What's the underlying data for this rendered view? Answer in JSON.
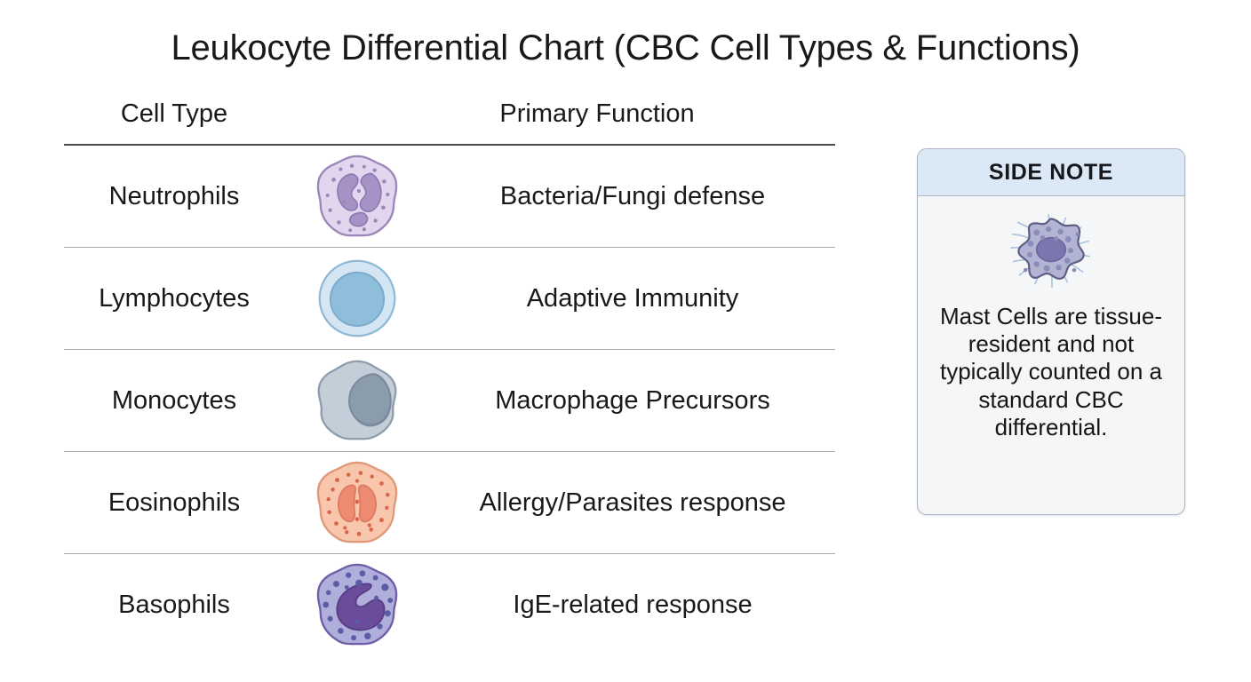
{
  "title": "Leukocyte Differential Chart (CBC Cell Types & Functions)",
  "table": {
    "headers": {
      "cell_type": "Cell Type",
      "primary_function": "Primary Function"
    },
    "rows": [
      {
        "cell_type": "Neutrophils",
        "primary_function": "Bacteria/Fungi defense",
        "icon": "neutrophil-cell-icon",
        "colors": {
          "body": "#e2d6ef",
          "body_stroke": "#9b87b8",
          "nucleus": "#a692c4",
          "granule": "#9b87b8"
        }
      },
      {
        "cell_type": "Lymphocytes",
        "primary_function": "Adaptive Immunity",
        "icon": "lymphocyte-cell-icon",
        "colors": {
          "body": "#d4e6f4",
          "body_stroke": "#8fb9d6",
          "nucleus": "#8fbedd",
          "granule": "#7aa9cc"
        }
      },
      {
        "cell_type": "Monocytes",
        "primary_function": "Macrophage Precursors",
        "icon": "monocyte-cell-icon",
        "colors": {
          "body": "#c3ced9",
          "body_stroke": "#8e9cac",
          "nucleus": "#8b9cad",
          "granule": "#8e9cac"
        }
      },
      {
        "cell_type": "Eosinophils",
        "primary_function": "Allergy/Parasites response",
        "icon": "eosinophil-cell-icon",
        "colors": {
          "body": "#f7c6ac",
          "body_stroke": "#e09878",
          "nucleus": "#ec8b72",
          "granule": "#d9654a"
        }
      },
      {
        "cell_type": "Basophils",
        "primary_function": "IgE-related response",
        "icon": "basophil-cell-icon",
        "colors": {
          "body": "#b0aedb",
          "body_stroke": "#6f5fa8",
          "nucleus": "#6a4c9c",
          "granule": "#5a5ca6"
        }
      }
    ]
  },
  "side_note": {
    "header": "SIDE NOTE",
    "icon": "mast-cell-icon",
    "text": "Mast Cells are tissue-resident and not typically counted on a standard CBC differential.",
    "colors": {
      "header_bg": "#dbe8f5",
      "panel_bg": "#f5f6f7",
      "border": "#aab4c4",
      "cell_body": "#b3b4d3",
      "cell_stroke": "#5f5f86",
      "cell_nucleus": "#7b77ae",
      "wisp": "#a9c3dd"
    }
  }
}
